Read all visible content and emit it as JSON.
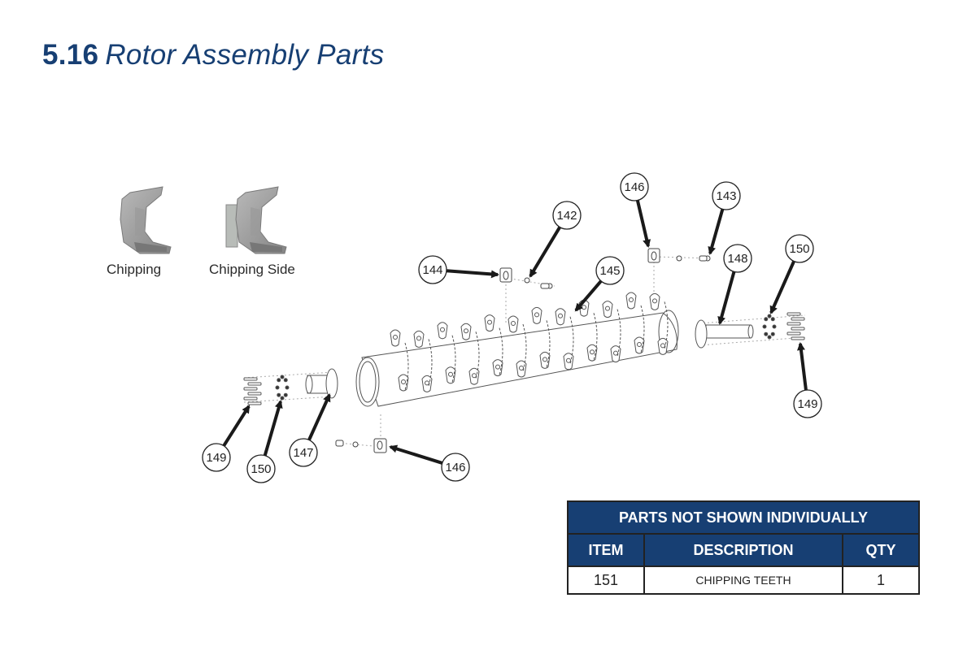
{
  "page": {
    "section_number": "5.16",
    "section_title": "Rotor Assembly Parts"
  },
  "thumbnails": [
    {
      "label": "Chipping",
      "icon": "chipping-tooth-icon"
    },
    {
      "label": "Chipping Side",
      "icon": "chipping-side-tooth-icon"
    }
  ],
  "callouts": [
    {
      "id": "142"
    },
    {
      "id": "143"
    },
    {
      "id": "144"
    },
    {
      "id": "145"
    },
    {
      "id": "146"
    },
    {
      "id": "146"
    },
    {
      "id": "147"
    },
    {
      "id": "148"
    },
    {
      "id": "149"
    },
    {
      "id": "149"
    },
    {
      "id": "150"
    },
    {
      "id": "150"
    }
  ],
  "parts_table": {
    "title": "PARTS NOT SHOWN INDIVIDUALLY",
    "headers": [
      "ITEM",
      "DESCRIPTION",
      "QTY"
    ],
    "rows": [
      {
        "item": "151",
        "description": "CHIPPING TEETH",
        "qty": "1"
      }
    ]
  },
  "colors": {
    "brand_blue": "#173f73",
    "arrow": "#1a1a1a",
    "line_art": "#555555"
  }
}
